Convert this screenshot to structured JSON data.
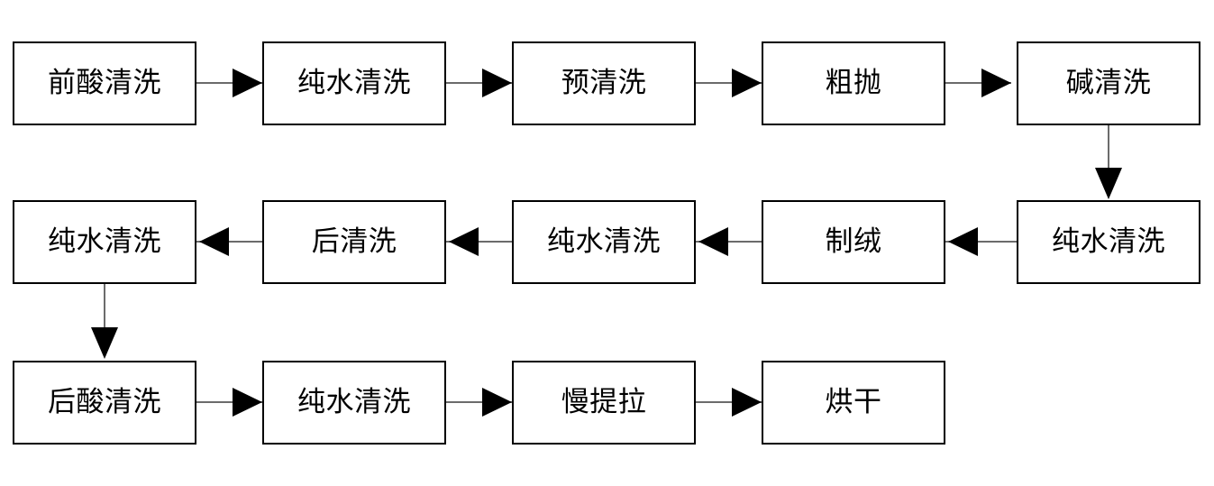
{
  "diagram": {
    "title": "",
    "background_color": "#ffffff",
    "box_border_color": "#000000",
    "connector_color": "#6b6b6b",
    "arrow_color": "#000000",
    "rows": [
      {
        "direction": "left-to-right",
        "nodes": [
          {
            "id": "n1",
            "label": "前酸清洗"
          },
          {
            "id": "n2",
            "label": "纯水清洗"
          },
          {
            "id": "n3",
            "label": "预清洗"
          },
          {
            "id": "n4",
            "label": "粗抛"
          },
          {
            "id": "n5",
            "label": "碱清洗"
          }
        ]
      },
      {
        "direction": "right-to-left",
        "nodes": [
          {
            "id": "n10",
            "label": "纯水清洗"
          },
          {
            "id": "n9",
            "label": "后清洗"
          },
          {
            "id": "n8",
            "label": "纯水清洗"
          },
          {
            "id": "n7",
            "label": "制绒"
          },
          {
            "id": "n6",
            "label": "纯水清洗"
          }
        ]
      },
      {
        "direction": "left-to-right",
        "nodes": [
          {
            "id": "n11",
            "label": "后酸清洗"
          },
          {
            "id": "n12",
            "label": "纯水清洗"
          },
          {
            "id": "n13",
            "label": "慢提拉"
          },
          {
            "id": "n14",
            "label": "烘干"
          }
        ]
      }
    ],
    "vertical_links": [
      {
        "id": "v1",
        "from": "n5",
        "to": "n6",
        "side": "right"
      },
      {
        "id": "v2",
        "from": "n10",
        "to": "n11",
        "side": "left"
      }
    ]
  }
}
